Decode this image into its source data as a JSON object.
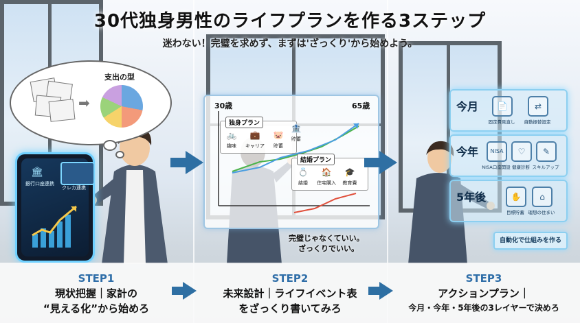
{
  "header": {
    "title": "30代独身男性のライフプランを作る3ステップ",
    "subtitle": "迷わない！完璧を求めず、まずは'ざっくり'から始めよう。"
  },
  "panel1": {
    "bubble_label": "支出の型",
    "bank_label": "銀行口座連携",
    "card_label": "クレカ連携"
  },
  "panel2": {
    "age_start": "30歳",
    "age_end": "65歳",
    "single_plan": {
      "title": "独身プラン",
      "items": [
        "趣味",
        "キャリア",
        "貯蓄"
      ],
      "extra": "貯蓄"
    },
    "married_plan": {
      "title": "結婚プラン",
      "items": [
        "結婚",
        "住宅購入",
        "教育費"
      ]
    },
    "callout_line1": "完璧じゃなくていい。",
    "callout_line2": "ざっくりでいい。"
  },
  "panel3": {
    "rows": [
      {
        "label": "今月",
        "items": [
          "固定費見直し",
          "自動振替設定"
        ]
      },
      {
        "label": "今年",
        "items": [
          "NISA口座開設",
          "健康診断",
          "スキルアップ"
        ]
      },
      {
        "label": "5年後",
        "items": [
          "目標貯蓄",
          "理想の住まい"
        ]
      }
    ],
    "auto_bar": "自動化で仕組みを作る"
  },
  "steps": [
    {
      "num": "STEP1",
      "line1": "現状把握｜家計の",
      "line2": "“見える化”から始めろ"
    },
    {
      "num": "STEP2",
      "line1": "未来設計｜ライフイベント表",
      "line2": "をざっくり書いてみろ"
    },
    {
      "num": "STEP3",
      "line1": "アクションプラン｜",
      "line2": "今月・今年・5年後の3レイヤーで決めろ"
    }
  ],
  "colors": {
    "accent": "#2e6fa3",
    "hologram": "#8ccff0",
    "single_line": "#4a9ee0",
    "married_line": "#e0503c",
    "growth_line": "#4bb44b"
  }
}
